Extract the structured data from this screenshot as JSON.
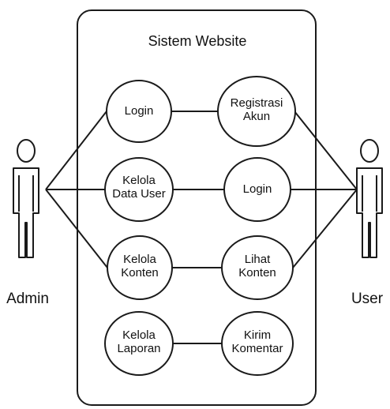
{
  "system": {
    "title": "Sistem Website"
  },
  "actors": {
    "admin": {
      "name": "Admin"
    },
    "user": {
      "name": "User"
    }
  },
  "usecases": {
    "admin_login": "Login",
    "kelola_data_user": [
      "Kelola",
      "Data User"
    ],
    "kelola_konten": [
      "Kelola",
      "Konten"
    ],
    "kelola_laporan": [
      "Kelola",
      "Laporan"
    ],
    "registrasi_akun": [
      "Registrasi",
      "Akun"
    ],
    "user_login": "Login",
    "lihat_konten": [
      "Lihat",
      "Konten"
    ],
    "kirim_komentar": [
      "Kirim",
      "Komentar"
    ]
  },
  "colors": {
    "stroke": "#1a1a1a",
    "background": "#ffffff"
  }
}
